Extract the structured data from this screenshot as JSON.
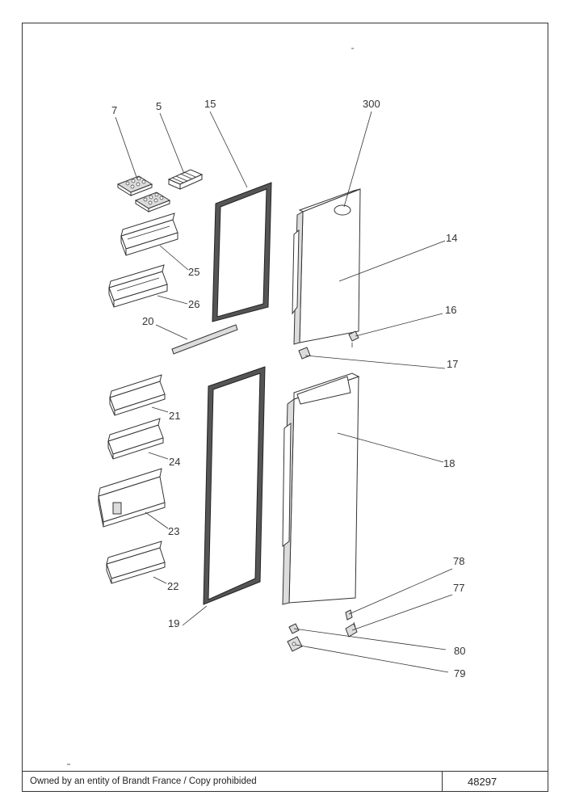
{
  "footer": {
    "note": "Owned by an entity of Brandt France / Copy prohibided",
    "number": "48297"
  },
  "labels": {
    "l7": "7",
    "l5": "5",
    "l15": "15",
    "l300": "300",
    "l14": "14",
    "l25": "25",
    "l26": "26",
    "l16": "16",
    "l20": "20",
    "l17": "17",
    "l21": "21",
    "l18": "18",
    "l24": "24",
    "l23": "23",
    "l22": "22",
    "l78": "78",
    "l77": "77",
    "l19": "19",
    "l80": "80",
    "l79": "79"
  }
}
